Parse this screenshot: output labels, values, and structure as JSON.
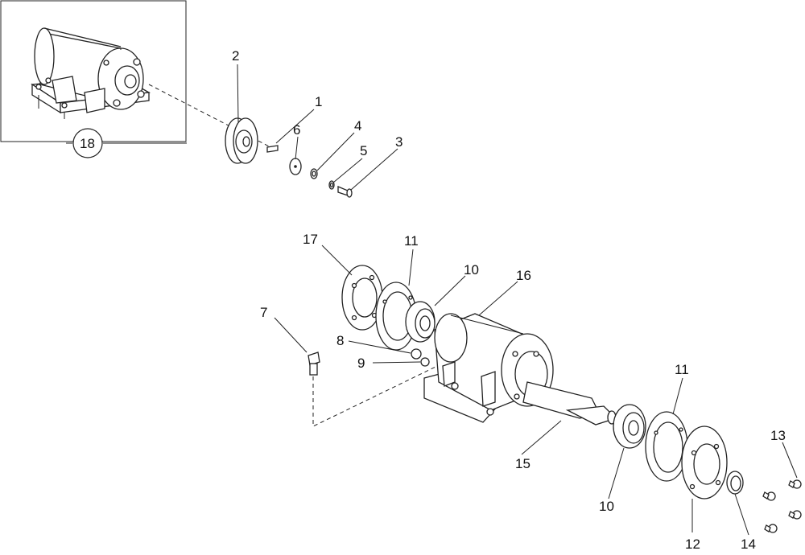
{
  "labels": {
    "p1": "1",
    "p2": "2",
    "p3": "3",
    "p4": "4",
    "p5": "5",
    "p6": "6",
    "p7": "7",
    "p8": "8",
    "p9": "9",
    "p10a": "10",
    "p10b": "10",
    "p11a": "11",
    "p11b": "11",
    "p12": "12",
    "p13": "13",
    "p14": "14",
    "p15": "15",
    "p16": "16",
    "p17": "17",
    "p18": "18"
  }
}
